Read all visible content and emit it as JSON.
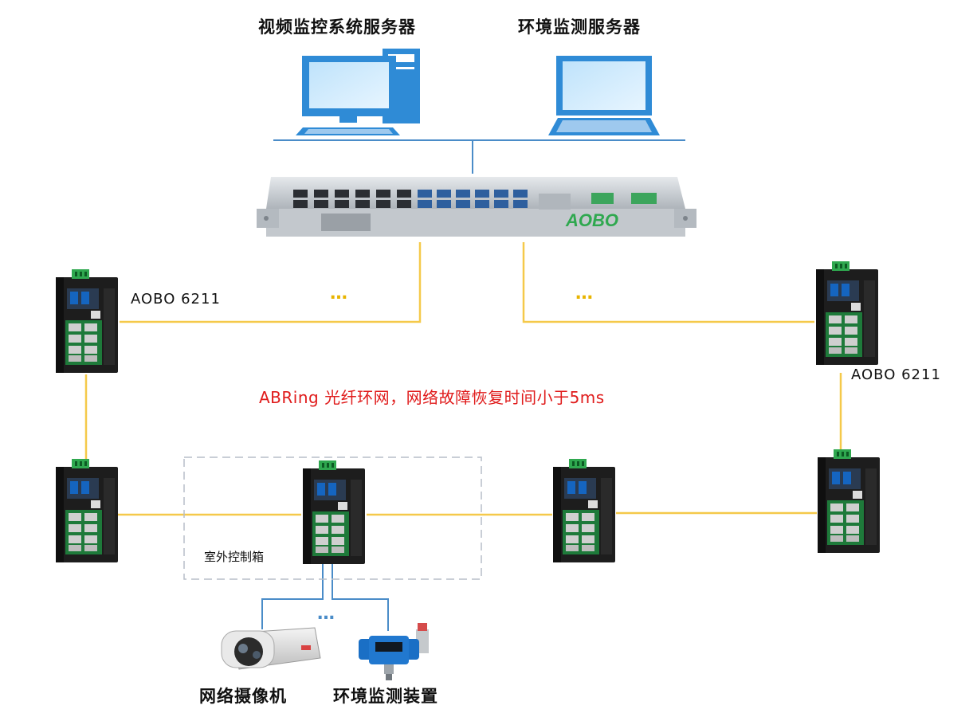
{
  "servers": [
    {
      "label": "视频监控系统服务器",
      "icon": "desktop-computer-icon"
    },
    {
      "label": "环境监测服务器",
      "icon": "laptop-computer-icon"
    }
  ],
  "core_switch": {
    "brand": "AOBO"
  },
  "switches": [
    {
      "label": "AOBO 6211"
    },
    {
      "label": "AOBO 6211"
    }
  ],
  "ring_note": "ABRing 光纤环网，网络故障恢复时间小于5ms",
  "ellipsis": "…",
  "control_box_label": "室外控制箱",
  "devices": [
    {
      "label": "网络摄像机",
      "icon": "camera-icon"
    },
    {
      "label": "环境监测装置",
      "icon": "gas-detector-icon"
    }
  ],
  "colors": {
    "fiber_link": "#f5c94a",
    "ethernet_link": "#4a8cc8",
    "ring_note": "#e01b1b",
    "monitor_blue": "#2f8bd6"
  }
}
